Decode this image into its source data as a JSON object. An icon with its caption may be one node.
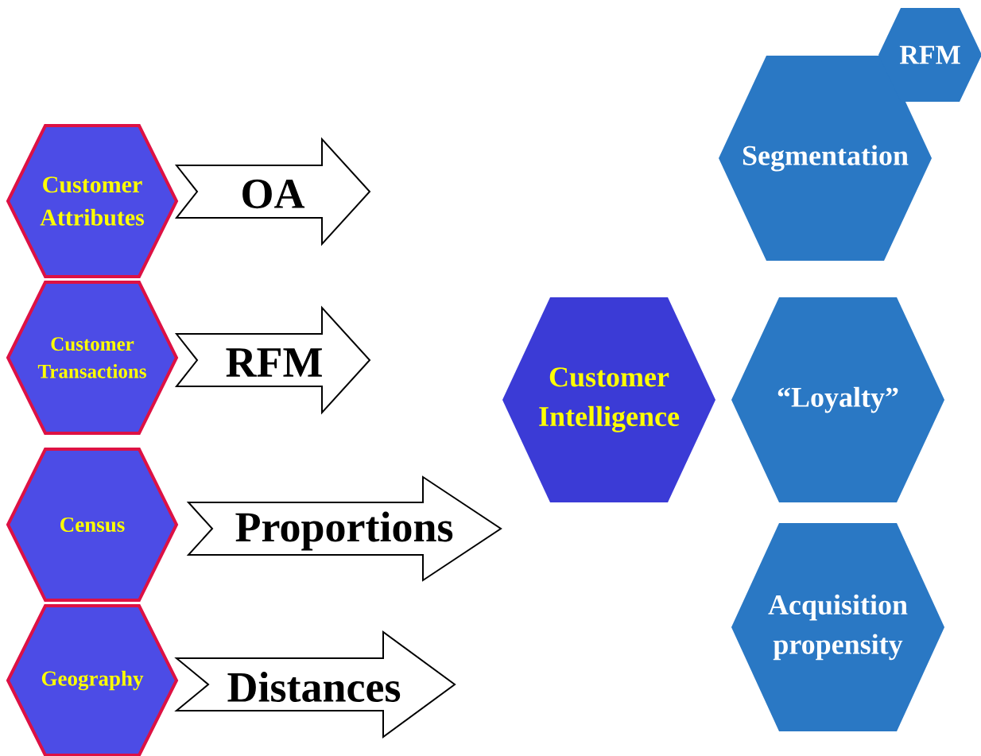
{
  "diagram": {
    "nodes": [
      {
        "text": [
          "Customer Attributes"
        ]
      },
      {
        "text": [
          "Customer Transactions"
        ]
      },
      {
        "text": [
          "Census"
        ]
      },
      {
        "text": [
          "Geography"
        ]
      },
      {
        "text": [
          "RFM"
        ]
      },
      {
        "text": [
          "Segmentation"
        ]
      },
      {
        "text": [
          "Customer Intelligence"
        ]
      },
      {
        "text": [
          "“Loyalty”"
        ]
      },
      {
        "text": [
          "Acquisition propensity"
        ]
      }
    ],
    "edges": [
      {
        "from": 0,
        "to": null,
        "arrow": "to",
        "label": "OA"
      },
      {
        "from": 1,
        "to": null,
        "arrow": "to",
        "label": "RFM"
      },
      {
        "from": 2,
        "to": 6,
        "arrow": "to",
        "label": "Proportions"
      },
      {
        "from": 3,
        "to": null,
        "arrow": "to",
        "label": "Distances"
      }
    ]
  }
}
